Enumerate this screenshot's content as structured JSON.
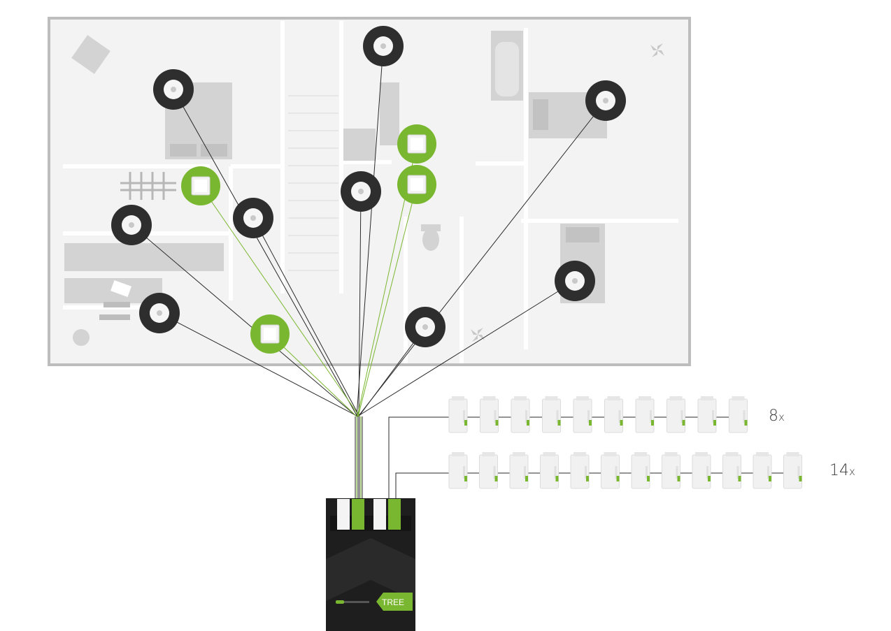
{
  "diagram": {
    "colors": {
      "accent_green": "#7ab730",
      "sensor_dark": "#2e2e2e",
      "floorplan_bg": "#f2f2f2",
      "floorplan_border": "#bdbdbd",
      "furniture": "#d2d2d2",
      "wire_dark": "#2a2a2a",
      "device_body": "#1f1f1f"
    },
    "sensors": [
      {
        "kind": "motion-sensor"
      },
      {
        "kind": "motion-sensor"
      },
      {
        "kind": "motion-sensor"
      },
      {
        "kind": "motion-sensor"
      },
      {
        "kind": "motion-sensor"
      },
      {
        "kind": "motion-sensor"
      },
      {
        "kind": "motion-sensor"
      },
      {
        "kind": "motion-sensor"
      },
      {
        "kind": "motion-sensor"
      },
      {
        "kind": "wall-switch"
      },
      {
        "kind": "wall-switch"
      },
      {
        "kind": "wall-switch"
      },
      {
        "kind": "wall-switch"
      }
    ],
    "module_rows": [
      {
        "count_label": "8",
        "count_suffix": "x",
        "modules_drawn": 10
      },
      {
        "count_label": "14",
        "count_suffix": "x",
        "modules_drawn": 12
      }
    ],
    "controller": {
      "label": "TREE",
      "icon": "screwdriver-icon"
    }
  }
}
